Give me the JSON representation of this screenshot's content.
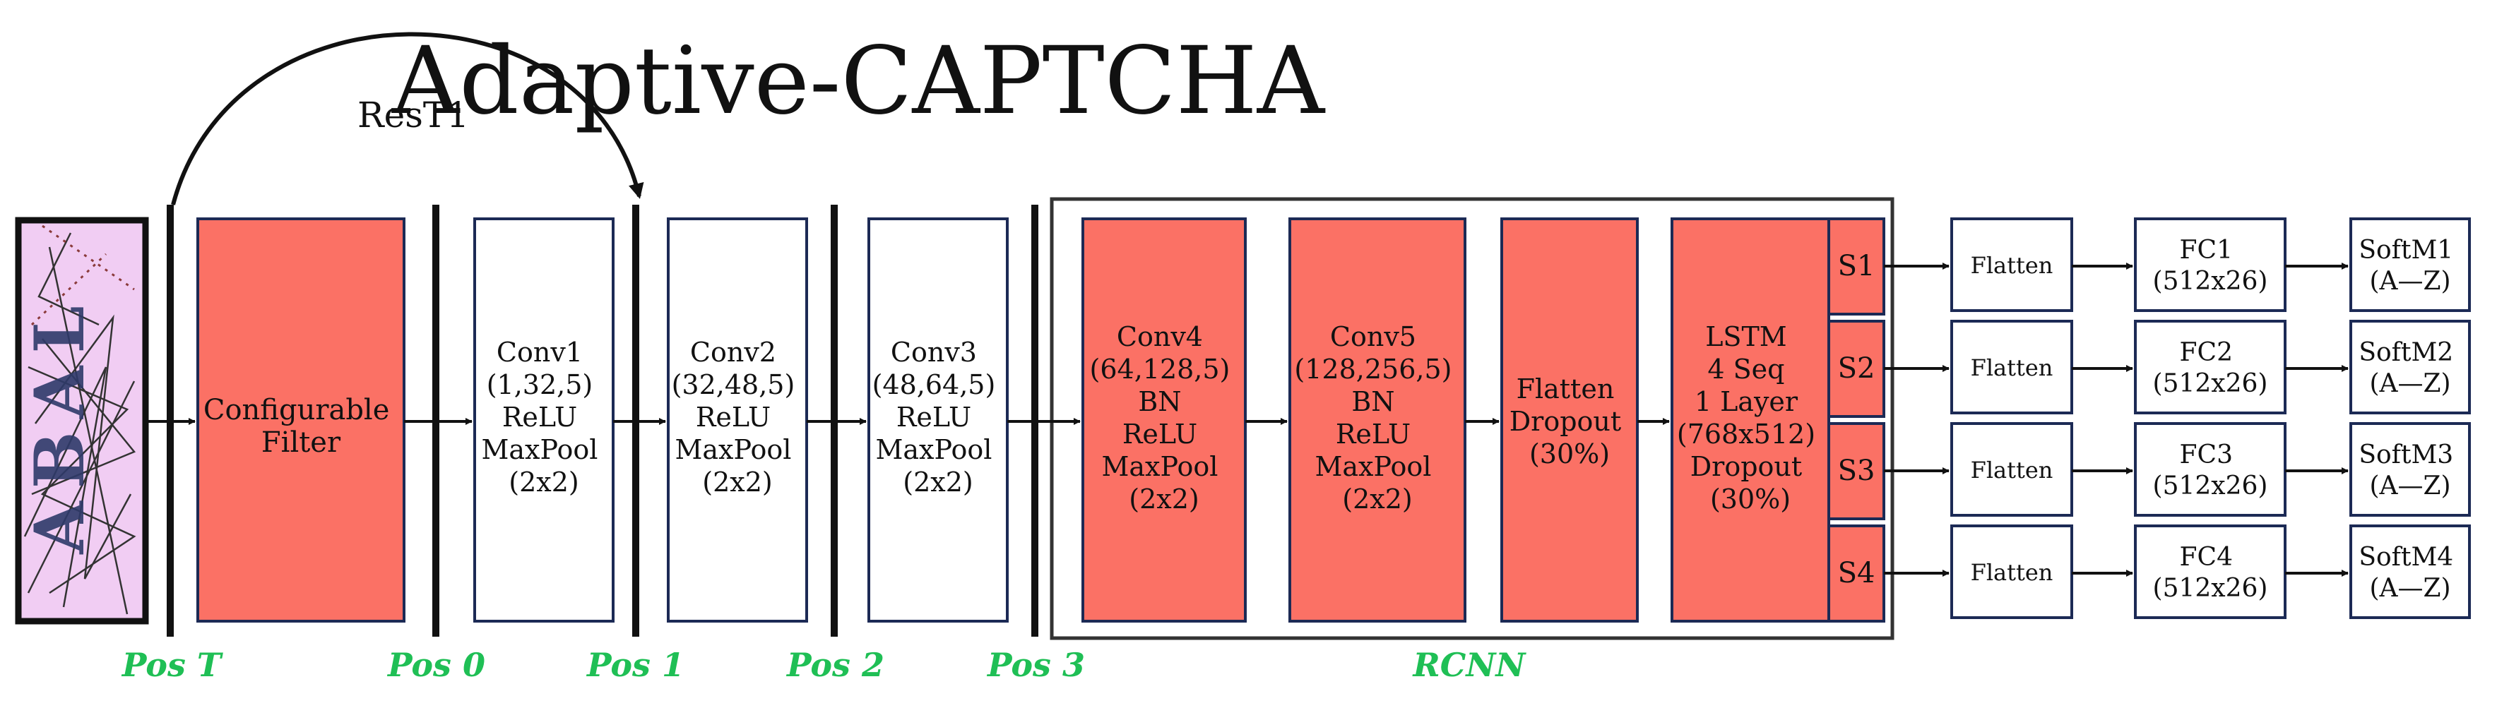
{
  "title": "Adaptive-CAPTCHA",
  "skip_label": "ResT1",
  "boxes": {
    "filter": [
      "Configurable",
      "Filter"
    ],
    "conv1": [
      "Conv1",
      "(1,32,5)",
      "ReLU",
      "MaxPool",
      "(2x2)"
    ],
    "conv2": [
      "Conv2",
      "(32,48,5)",
      "ReLU",
      "MaxPool",
      "(2x2)"
    ],
    "conv3": [
      "Conv3",
      "(48,64,5)",
      "ReLU",
      "MaxPool",
      "(2x2)"
    ],
    "conv4": [
      "Conv4",
      "(64,128,5)",
      "BN",
      "ReLU",
      "MaxPool",
      "(2x2)"
    ],
    "conv5": [
      "Conv5",
      "(128,256,5)",
      "BN",
      "ReLU",
      "MaxPool",
      "(2x2)"
    ],
    "flatten_dropout": [
      "Flatten",
      "Dropout",
      "(30%)"
    ],
    "lstm": [
      "LSTM",
      "4 Seq",
      "1 Layer",
      "(768x512)",
      "Dropout",
      "(30%)"
    ]
  },
  "splits": [
    "S1",
    "S2",
    "S3",
    "S4"
  ],
  "heads": [
    {
      "flatten": "Flatten",
      "fc": [
        "FC1",
        "(512x26)"
      ],
      "soft": [
        "SoftM1",
        "(A—Z)"
      ]
    },
    {
      "flatten": "Flatten",
      "fc": [
        "FC2",
        "(512x26)"
      ],
      "soft": [
        "SoftM2",
        "(A—Z)"
      ]
    },
    {
      "flatten": "Flatten",
      "fc": [
        "FC3",
        "(512x26)"
      ],
      "soft": [
        "SoftM3",
        "(A—Z)"
      ]
    },
    {
      "flatten": "Flatten",
      "fc": [
        "FC4",
        "(512x26)"
      ],
      "soft": [
        "SoftM4",
        "(A—Z)"
      ]
    }
  ],
  "positions": [
    "Pos T",
    "Pos 0",
    "Pos 1",
    "Pos 2",
    "Pos 3"
  ],
  "group_label": "RCNN",
  "colors": {
    "salmon": "#fb7165",
    "green": "#1fbf55",
    "navy": "#1c2a55",
    "captcha_bg": "#f1cdf3"
  },
  "captcha_text": "ABAL"
}
